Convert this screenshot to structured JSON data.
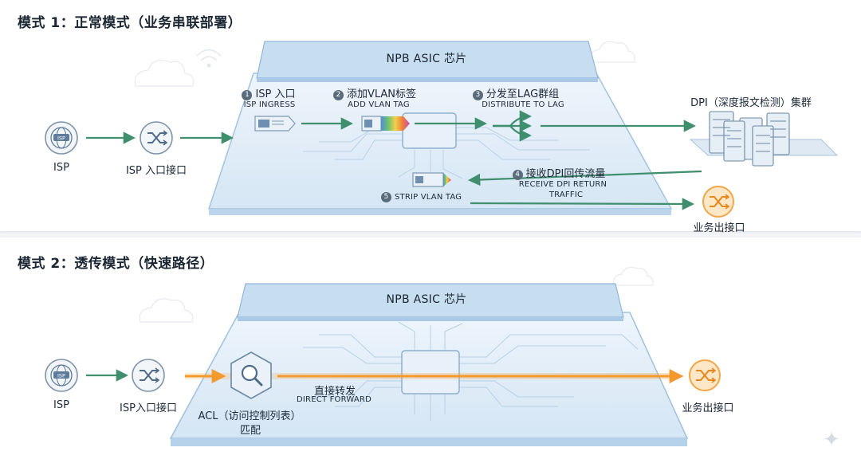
{
  "colors": {
    "green": "#3f8f6e",
    "orange": "#f29a2e",
    "glass_fill": "#dbe9f6",
    "glass_edge": "#8fb6d9",
    "chip_bar": "#b9d6ee",
    "icon_blue": "#5d7c9c"
  },
  "mode1": {
    "title": "模式 1：正常模式（业务串联部署）",
    "chip_label": "NPB ASIC 芯片",
    "nodes": {
      "isp": "ISP",
      "isp_in_port": "ISP 入口接口",
      "dpi_cluster": "DPI（深度报文检测）集群",
      "out_port": "业务出接口"
    },
    "steps": [
      {
        "num": "1",
        "cn": "ISP 入口",
        "en": "ISP INGRESS"
      },
      {
        "num": "2",
        "cn": "添加VLAN标签",
        "en": "ADD VLAN TAG"
      },
      {
        "num": "3",
        "cn": "分发至LAG群组",
        "en": "DISTRIBUTE TO LAG"
      },
      {
        "num": "4",
        "cn": "接收DPI回传流量",
        "en": "RECEIVE DPI RETURN",
        "en2": "TRAFFIC"
      },
      {
        "num": "5",
        "cn": "",
        "en": "STRIP VLAN TAG"
      }
    ]
  },
  "mode2": {
    "title": "模式 2：透传模式（快速路径）",
    "chip_label": "NPB ASIC 芯片",
    "nodes": {
      "isp": "ISP",
      "isp_in_port": "ISP入口接口",
      "acl_line1": "ACL（访问控制列表）",
      "acl_line2": "匹配",
      "out_port": "业务出接口"
    },
    "forward_cn": "直接转发",
    "forward_en": "DIRECT FORWARD"
  },
  "icons": [
    "globe-icon",
    "shuffle-icon",
    "server-rack-icon",
    "search-icon",
    "cloud-icon",
    "wifi-icon"
  ]
}
